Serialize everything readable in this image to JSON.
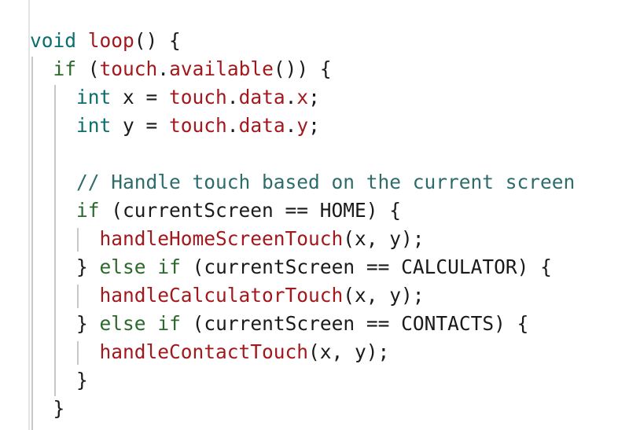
{
  "colors": {
    "keyword": "#0b6e6e",
    "control": "#2a6a2a",
    "function": "#a3181c",
    "comment": "#2e6c6c",
    "plain": "#1a1a1a"
  },
  "code_lines": [
    {
      "indent": 0,
      "tokens": [
        [
          "void",
          "kw"
        ],
        [
          " ",
          "pl"
        ],
        [
          "loop",
          "fn"
        ],
        [
          "() {",
          "pl"
        ]
      ]
    },
    {
      "indent": 1,
      "tokens": [
        [
          "if",
          "ctl"
        ],
        [
          " (",
          "pl"
        ],
        [
          "touch",
          "fn"
        ],
        [
          ".",
          "pl"
        ],
        [
          "available",
          "fn"
        ],
        [
          "()) {",
          "pl"
        ]
      ]
    },
    {
      "indent": 2,
      "tokens": [
        [
          "int",
          "kw"
        ],
        [
          " x = ",
          "pl"
        ],
        [
          "touch",
          "fn"
        ],
        [
          ".",
          "pl"
        ],
        [
          "data",
          "fn"
        ],
        [
          ".",
          "pl"
        ],
        [
          "x",
          "fn"
        ],
        [
          ";",
          "pl"
        ]
      ]
    },
    {
      "indent": 2,
      "tokens": [
        [
          "int",
          "kw"
        ],
        [
          " y = ",
          "pl"
        ],
        [
          "touch",
          "fn"
        ],
        [
          ".",
          "pl"
        ],
        [
          "data",
          "fn"
        ],
        [
          ".",
          "pl"
        ],
        [
          "y",
          "fn"
        ],
        [
          ";",
          "pl"
        ]
      ]
    },
    {
      "indent": 0,
      "tokens": []
    },
    {
      "indent": 2,
      "tokens": [
        [
          "// Handle touch based on the current screen",
          "cm"
        ]
      ]
    },
    {
      "indent": 2,
      "tokens": [
        [
          "if",
          "ctl"
        ],
        [
          " (currentScreen == HOME) {",
          "pl"
        ]
      ]
    },
    {
      "indent": 3,
      "tokens": [
        [
          "handleHomeScreenTouch",
          "fn"
        ],
        [
          "(x, y);",
          "pl"
        ]
      ]
    },
    {
      "indent": 2,
      "tokens": [
        [
          "}",
          "pl"
        ],
        [
          " ",
          "pl"
        ],
        [
          "else",
          "ctl"
        ],
        [
          " ",
          "pl"
        ],
        [
          "if",
          "ctl"
        ],
        [
          " (currentScreen == CALCULATOR) {",
          "pl"
        ]
      ]
    },
    {
      "indent": 3,
      "tokens": [
        [
          "handleCalculatorTouch",
          "fn"
        ],
        [
          "(x, y);",
          "pl"
        ]
      ]
    },
    {
      "indent": 2,
      "tokens": [
        [
          "}",
          "pl"
        ],
        [
          " ",
          "pl"
        ],
        [
          "else",
          "ctl"
        ],
        [
          " ",
          "pl"
        ],
        [
          "if",
          "ctl"
        ],
        [
          " (currentScreen == CONTACTS) {",
          "pl"
        ]
      ]
    },
    {
      "indent": 3,
      "tokens": [
        [
          "handleContactTouch",
          "fn"
        ],
        [
          "(x, y);",
          "pl"
        ]
      ]
    },
    {
      "indent": 2,
      "tokens": [
        [
          "}",
          "pl"
        ]
      ]
    },
    {
      "indent": 1,
      "tokens": [
        [
          "}",
          "pl"
        ]
      ]
    }
  ]
}
